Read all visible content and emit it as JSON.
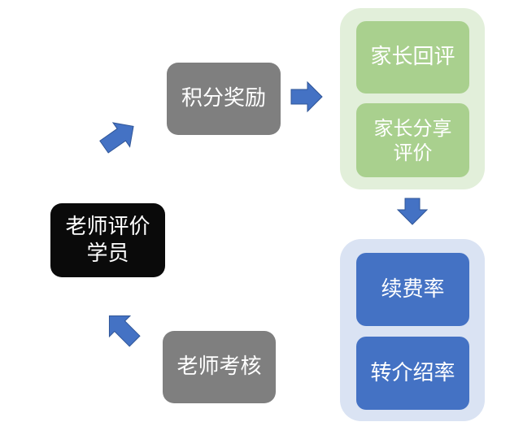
{
  "nodes": {
    "teacher_evaluates": "老师评价学员",
    "points_reward": "积分奖励",
    "parent_review": "家长回评",
    "parent_share_review": "家长分享评价",
    "renewal_rate": "续费率",
    "referral_rate": "转介绍率",
    "teacher_assessment": "老师考核"
  },
  "colors": {
    "grey_box": "#7f7f7f",
    "black_box": "#0a0a0a",
    "green_group_bg": "#e2efda",
    "green_box": "#a9d08e",
    "blue_group_bg": "#dae3f3",
    "blue_box": "#4472c4",
    "arrow": "#4472c4"
  }
}
